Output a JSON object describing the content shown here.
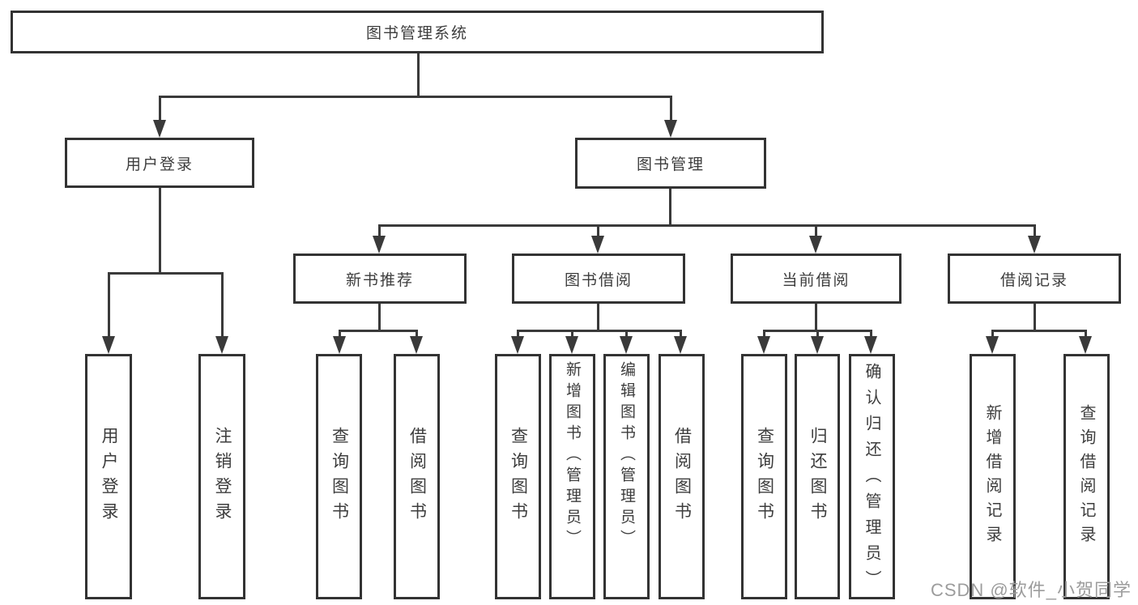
{
  "diagram": {
    "root": {
      "label": "图书管理系统"
    },
    "level2": [
      {
        "id": "user-login",
        "label": "用户登录"
      },
      {
        "id": "book-management",
        "label": "图书管理"
      }
    ],
    "level3": [
      {
        "id": "new-book-recommend",
        "label": "新书推荐"
      },
      {
        "id": "book-borrowing",
        "label": "图书借阅"
      },
      {
        "id": "current-borrowing",
        "label": "当前借阅"
      },
      {
        "id": "borrowing-records",
        "label": "借阅记录"
      }
    ],
    "leaves": [
      {
        "parent": "user-login",
        "label": "用户登录"
      },
      {
        "parent": "user-login",
        "label": "注销登录"
      },
      {
        "parent": "new-book-recommend",
        "label": "查询图书"
      },
      {
        "parent": "new-book-recommend",
        "label": "借阅图书"
      },
      {
        "parent": "book-borrowing",
        "label": "查询图书"
      },
      {
        "parent": "book-borrowing",
        "label": "新增图书（管理员）"
      },
      {
        "parent": "book-borrowing",
        "label": "编辑图书（管理员）"
      },
      {
        "parent": "book-borrowing",
        "label": "借阅图书"
      },
      {
        "parent": "current-borrowing",
        "label": "查询图书"
      },
      {
        "parent": "current-borrowing",
        "label": "归还图书"
      },
      {
        "parent": "current-borrowing",
        "label": "确认归还（管理员）"
      },
      {
        "parent": "borrowing-records",
        "label": "新增借阅记录"
      },
      {
        "parent": "borrowing-records",
        "label": "查询借阅记录"
      }
    ]
  },
  "watermark": {
    "text": "CSDN @软件_小贺同学",
    "color": "#9c9c9c"
  },
  "colors": {
    "line": "#3a3a3a",
    "border": "#333333",
    "text": "#3d3d3d",
    "background": "#ffffff"
  }
}
